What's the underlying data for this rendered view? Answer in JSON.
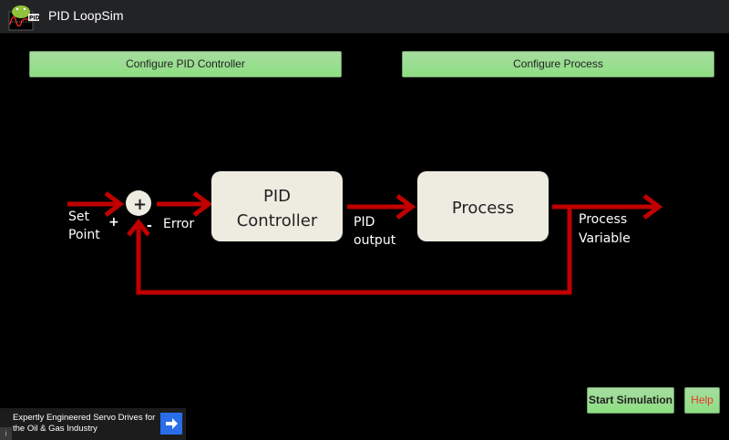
{
  "app": {
    "title": "PID LoopSim",
    "icon": "android-pid-icon"
  },
  "buttons": {
    "configure_pid": "Configure PID Controller",
    "configure_process": "Configure Process",
    "start_simulation": "Start Simulation",
    "help": "Help"
  },
  "diagram": {
    "set_point_line1": "Set",
    "set_point_line2": "Point",
    "plus_sign": "+",
    "minus_sign": "-",
    "summing_symbol": "+",
    "error": "Error",
    "pid_box_line1": "PID",
    "pid_box_line2": "Controller",
    "pid_output_line1": "PID",
    "pid_output_line2": "output",
    "process_box": "Process",
    "pv_line1": "Process",
    "pv_line2": "Variable",
    "arrow_color": "#c00000",
    "box_color": "#eeece1"
  },
  "ad": {
    "text": "Expertly Engineered Servo Drives for the Oil & Gas Industry",
    "info_glyph": "i",
    "go_glyph": "➡"
  }
}
